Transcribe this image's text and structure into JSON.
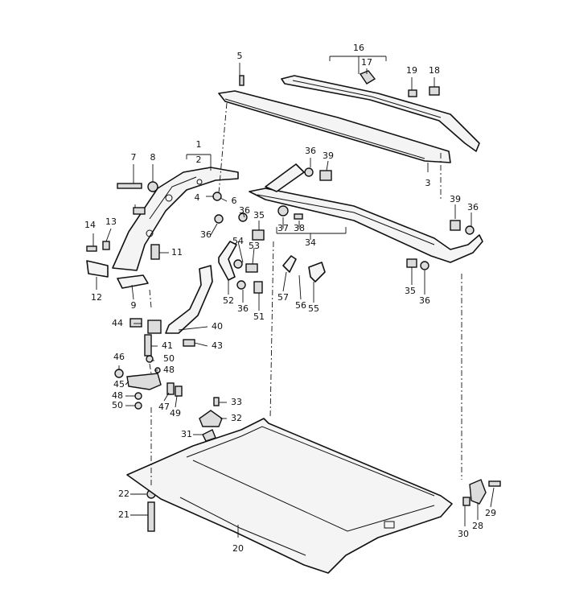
{
  "callouts": [
    {
      "id": "c1",
      "text": "1"
    },
    {
      "id": "c2",
      "text": "2"
    },
    {
      "id": "c3",
      "text": "3"
    },
    {
      "id": "c4",
      "text": "4"
    },
    {
      "id": "c5",
      "text": "5"
    },
    {
      "id": "c6",
      "text": "6"
    },
    {
      "id": "c7",
      "text": "7"
    },
    {
      "id": "c8",
      "text": "8"
    },
    {
      "id": "c9",
      "text": "9"
    },
    {
      "id": "c11",
      "text": "11"
    },
    {
      "id": "c12",
      "text": "12"
    },
    {
      "id": "c13",
      "text": "13"
    },
    {
      "id": "c14",
      "text": "14"
    },
    {
      "id": "c16",
      "text": "16"
    },
    {
      "id": "c17",
      "text": "17"
    },
    {
      "id": "c18",
      "text": "18"
    },
    {
      "id": "c19",
      "text": "19"
    },
    {
      "id": "c20",
      "text": "20"
    },
    {
      "id": "c21",
      "text": "21"
    },
    {
      "id": "c22",
      "text": "22"
    },
    {
      "id": "c28",
      "text": "28"
    },
    {
      "id": "c29",
      "text": "29"
    },
    {
      "id": "c30",
      "text": "30"
    },
    {
      "id": "c31",
      "text": "31"
    },
    {
      "id": "c32",
      "text": "32"
    },
    {
      "id": "c33",
      "text": "33"
    },
    {
      "id": "c34",
      "text": "34"
    },
    {
      "id": "c35a",
      "text": "35"
    },
    {
      "id": "c35b",
      "text": "35"
    },
    {
      "id": "c36a",
      "text": "36"
    },
    {
      "id": "c36b",
      "text": "36"
    },
    {
      "id": "c36c",
      "text": "36"
    },
    {
      "id": "c36d",
      "text": "36"
    },
    {
      "id": "c36e",
      "text": "36"
    },
    {
      "id": "c36f",
      "text": "36"
    },
    {
      "id": "c37",
      "text": "37"
    },
    {
      "id": "c38",
      "text": "38"
    },
    {
      "id": "c39a",
      "text": "39"
    },
    {
      "id": "c39b",
      "text": "39"
    },
    {
      "id": "c40",
      "text": "40"
    },
    {
      "id": "c41",
      "text": "41"
    },
    {
      "id": "c43",
      "text": "43"
    },
    {
      "id": "c44",
      "text": "44"
    },
    {
      "id": "c45",
      "text": "45"
    },
    {
      "id": "c46",
      "text": "46"
    },
    {
      "id": "c47",
      "text": "47"
    },
    {
      "id": "c48a",
      "text": "48"
    },
    {
      "id": "c48b",
      "text": "48"
    },
    {
      "id": "c49",
      "text": "49"
    },
    {
      "id": "c50a",
      "text": "50"
    },
    {
      "id": "c50b",
      "text": "50"
    },
    {
      "id": "c51",
      "text": "51"
    },
    {
      "id": "c52",
      "text": "52"
    },
    {
      "id": "c53",
      "text": "53"
    },
    {
      "id": "c54",
      "text": "54"
    },
    {
      "id": "c55",
      "text": "55"
    },
    {
      "id": "c56",
      "text": "56"
    },
    {
      "id": "c57",
      "text": "57"
    }
  ]
}
